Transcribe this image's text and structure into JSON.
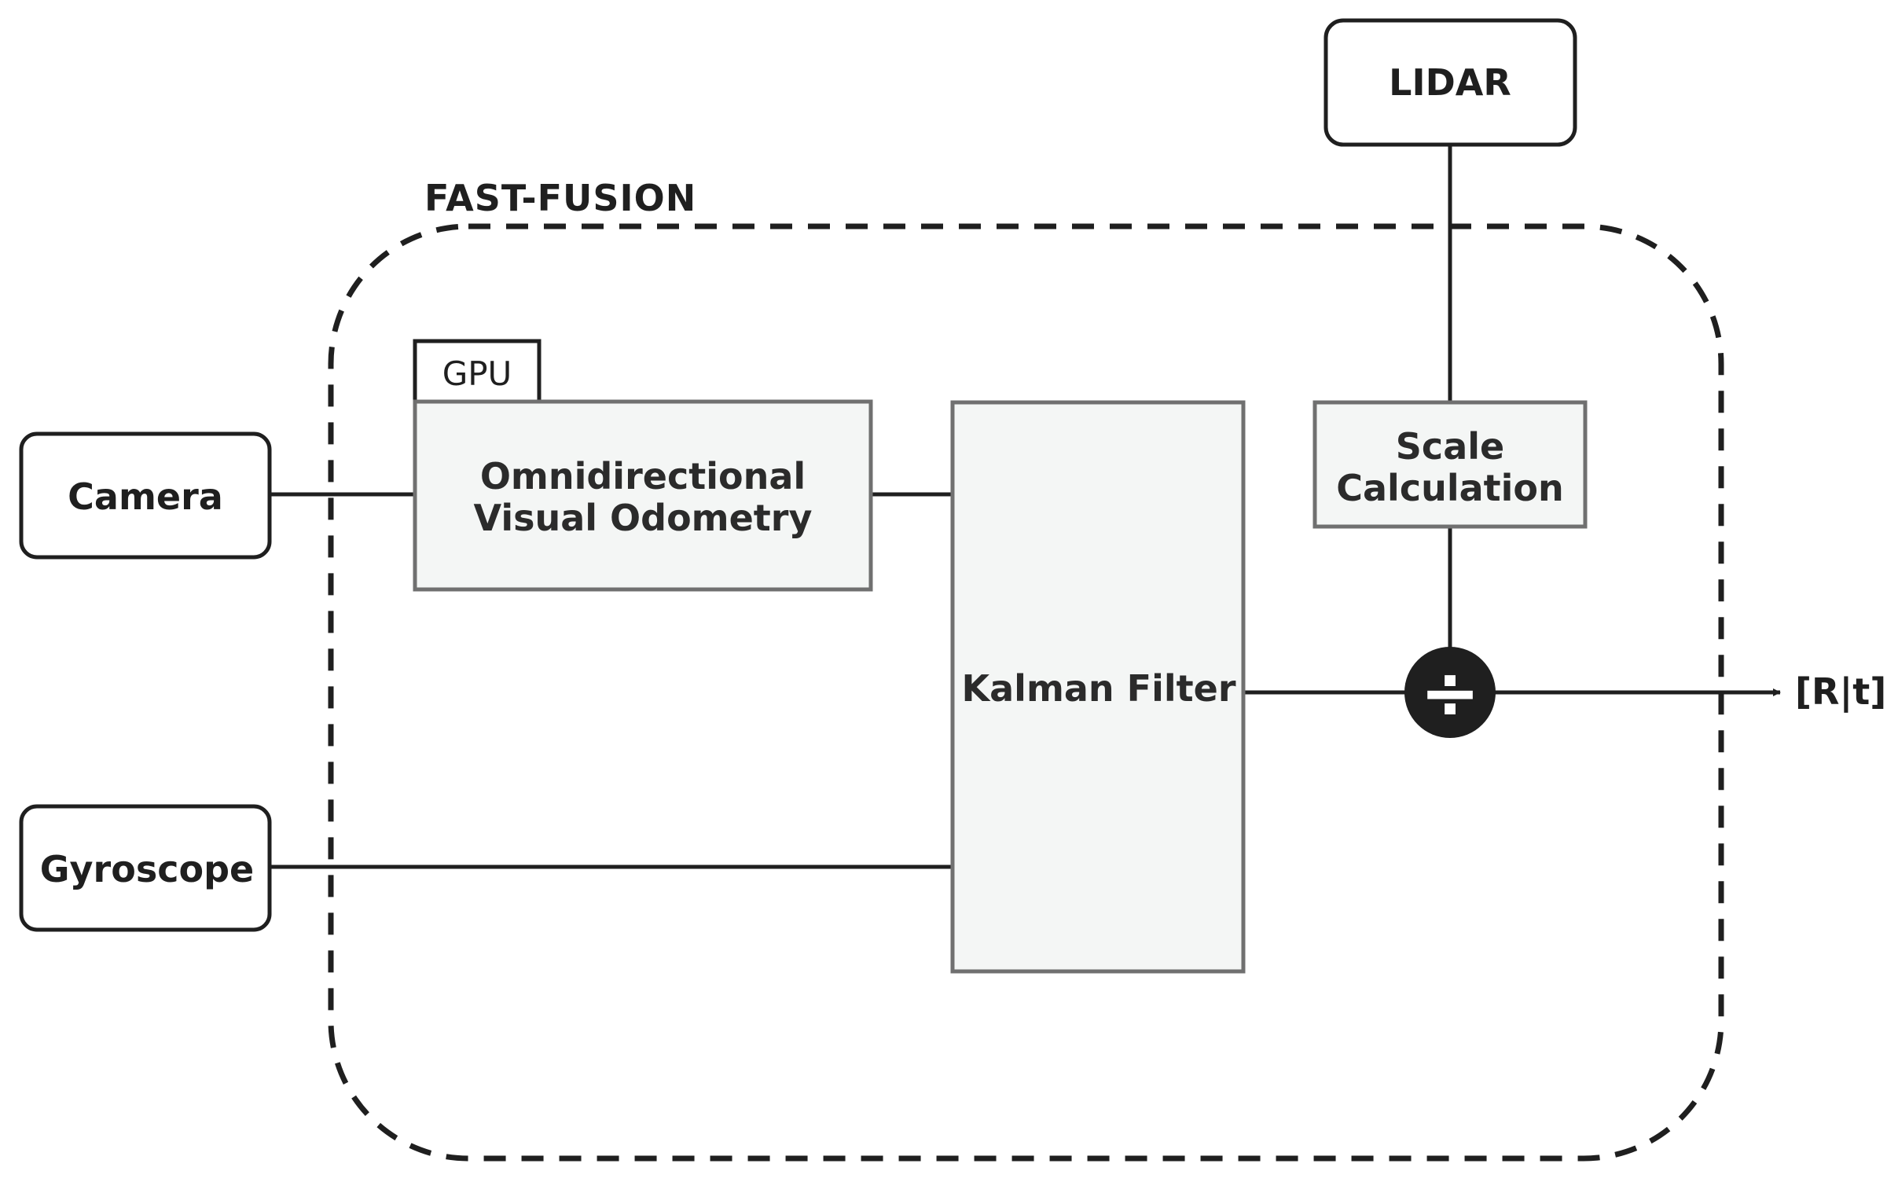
{
  "title": "FAST-FUSION",
  "nodes": {
    "camera": "Camera",
    "gyroscope": "Gyroscope",
    "lidar": "LIDAR",
    "gpu": "GPU",
    "vo_line1": "Omnidirectional",
    "vo_line2": "Visual Odometry",
    "kalman": "Kalman Filter",
    "scale_line1": "Scale",
    "scale_line2": "Calculation",
    "divide_symbol": "÷",
    "output": "[R|t]"
  },
  "colors": {
    "stroke": "#1f1f1f",
    "process_fill": "#f4f6f5",
    "process_stroke": "#707070",
    "text": "#2b2b2b"
  }
}
